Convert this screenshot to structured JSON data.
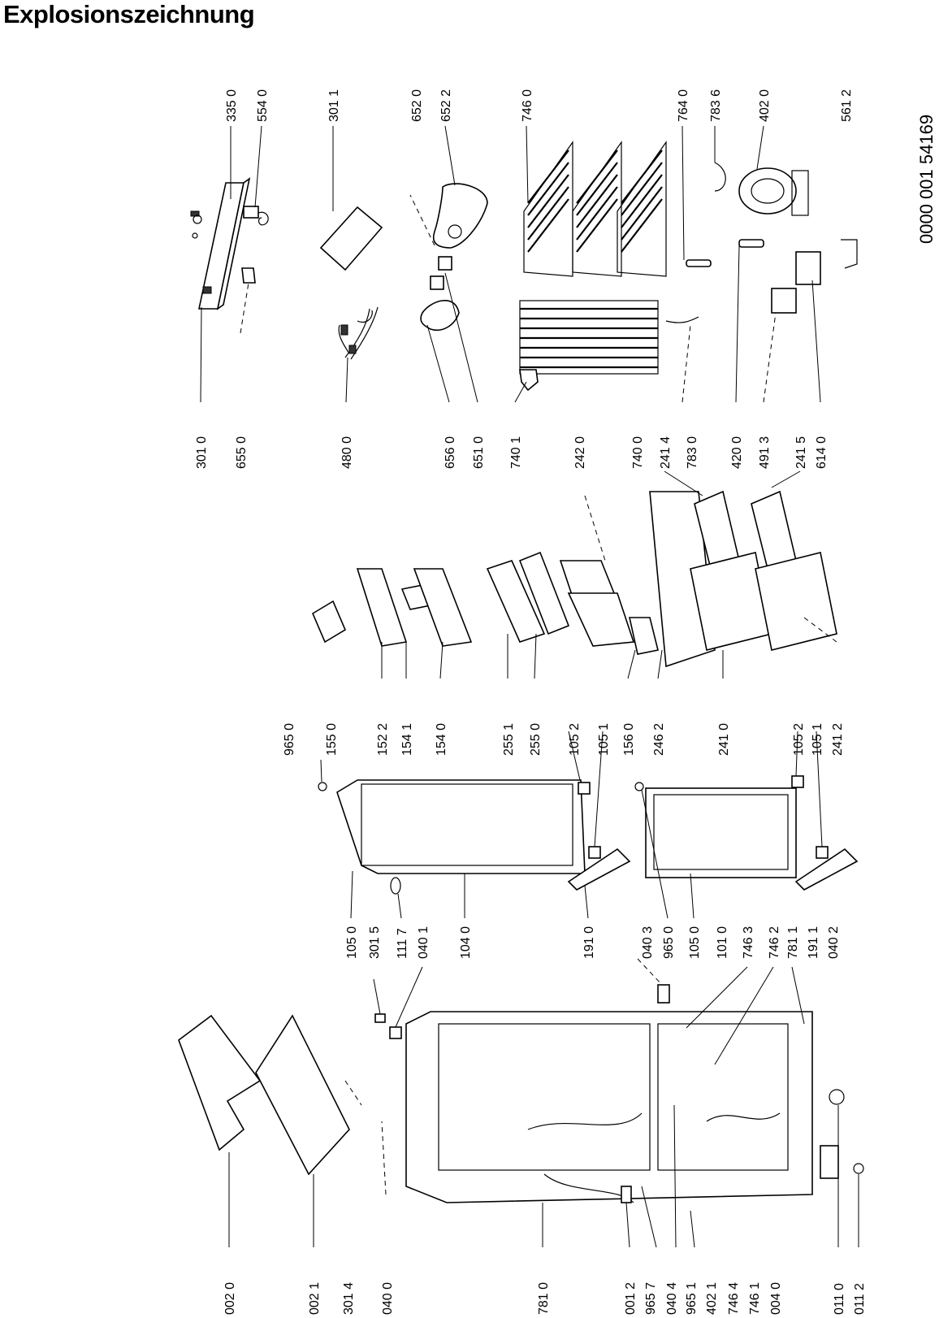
{
  "title": "Explosionszeichnung",
  "document_number": "0000 001 54169",
  "part_labels": [
    "335 0",
    "554 0",
    "301 1",
    "652 0",
    "652 2",
    "746 0",
    "764 0",
    "783 6",
    "402 0",
    "561 2",
    "301 0",
    "655 0",
    "480 0",
    "656 0",
    "651 0",
    "740 1",
    "242 0",
    "740 0",
    "241 4",
    "783 0",
    "420 0",
    "491 3",
    "241 5",
    "614 0",
    "965 0",
    "155 0",
    "152 2",
    "154 1",
    "154 0",
    "255 1",
    "255 0",
    "105 2",
    "105 1",
    "156 0",
    "246 2",
    "241 0",
    "105 2",
    "105 1",
    "241 2",
    "105 0",
    "301 5",
    "111 7",
    "040 1",
    "104 0",
    "191 0",
    "040 3",
    "965 0",
    "105 0",
    "101 0",
    "746 3",
    "746 2",
    "781 1",
    "191 1",
    "040 2",
    "002 0",
    "002 1",
    "301 4",
    "040 0",
    "781 0",
    "001 2",
    "965 7",
    "040 4",
    "965 1",
    "402 1",
    "746 4",
    "746 1",
    "004 0",
    "011 0",
    "011 2"
  ]
}
